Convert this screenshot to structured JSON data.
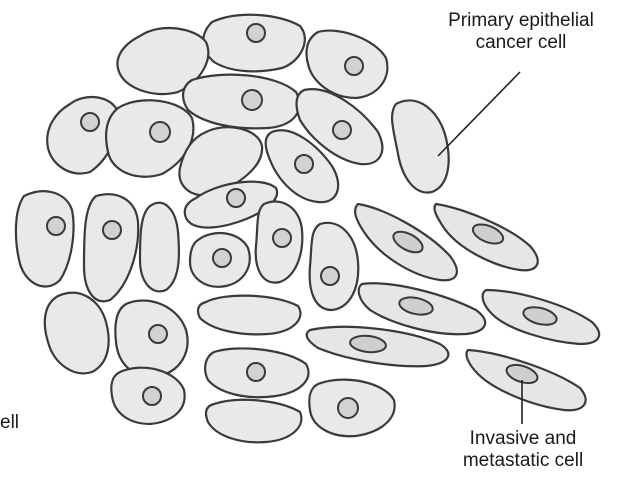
{
  "labels": {
    "primary_line1": "Primary epithelial",
    "primary_line2": "cancer cell",
    "invasive_line1": "Invasive and",
    "invasive_line2": "metastatic cell",
    "left_fragment": "ell"
  }
}
